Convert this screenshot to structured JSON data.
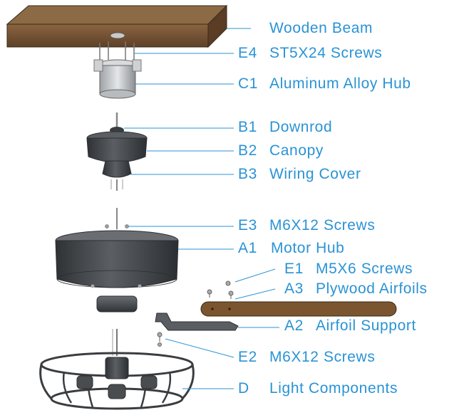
{
  "colors": {
    "label": "#2a93d5",
    "leader": "#2a93d5",
    "beam": "#6e4d2e",
    "metal": "#4a4d50",
    "plywood": "#7a5530"
  },
  "labels": [
    {
      "key": "wooden-beam",
      "code": "",
      "name": "Wooden Beam"
    },
    {
      "key": "e4-screws",
      "code": "E4",
      "name": "ST5X24 Screws"
    },
    {
      "key": "c1-hub",
      "code": "C1",
      "name": "Aluminum Alloy Hub"
    },
    {
      "key": "b1-downrod",
      "code": "B1",
      "name": "Downrod"
    },
    {
      "key": "b2-canopy",
      "code": "B2",
      "name": "Canopy"
    },
    {
      "key": "b3-wiring-cover",
      "code": "B3",
      "name": "Wiring Cover"
    },
    {
      "key": "e3-screws",
      "code": "E3",
      "name": "M6X12 Screws"
    },
    {
      "key": "a1-motor-hub",
      "code": "A1",
      "name": "Motor Hub"
    },
    {
      "key": "e1-screws",
      "code": "E1",
      "name": "M5X6 Screws"
    },
    {
      "key": "a3-airfoils",
      "code": "A3",
      "name": "Plywood Airfoils"
    },
    {
      "key": "a2-support",
      "code": "A2",
      "name": "Airfoil Support"
    },
    {
      "key": "e2-screws",
      "code": "E2",
      "name": "M6X12 Screws"
    },
    {
      "key": "d-light",
      "code": "D",
      "name": "Light Components"
    }
  ]
}
